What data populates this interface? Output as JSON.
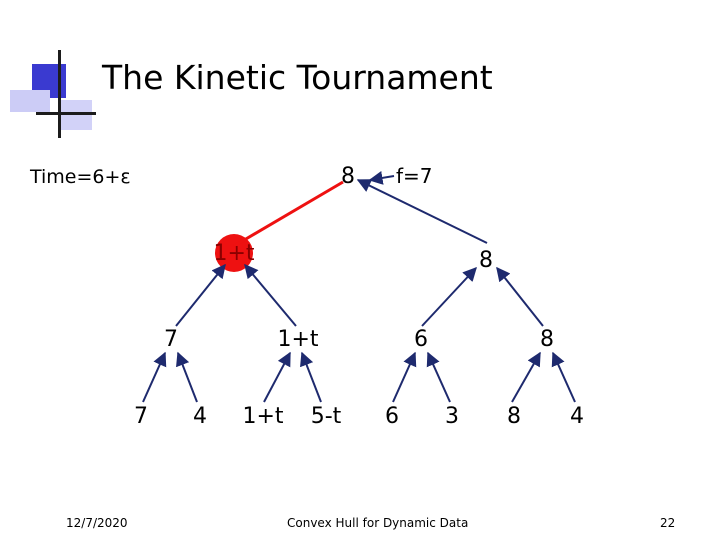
{
  "slide": {
    "title": "The Kinetic Tournament",
    "time_label": "Time=6+ε",
    "certificate_label": "f=7"
  },
  "tree": {
    "root": "8",
    "level1": [
      "1+t",
      "8"
    ],
    "level2": [
      "7",
      "1+t",
      "6",
      "8"
    ],
    "leaves": [
      "7",
      "4",
      "1+t",
      "5-t",
      "6",
      "3",
      "8",
      "4"
    ],
    "highlighted_node": "1+t",
    "colors": {
      "highlight_fill": "#ee1111",
      "highlight_edge": "#ee1111",
      "edge": "#1e2a6e"
    }
  },
  "footer": {
    "date": "12/7/2020",
    "center": "Convex Hull for Dynamic Data",
    "page": "22"
  }
}
